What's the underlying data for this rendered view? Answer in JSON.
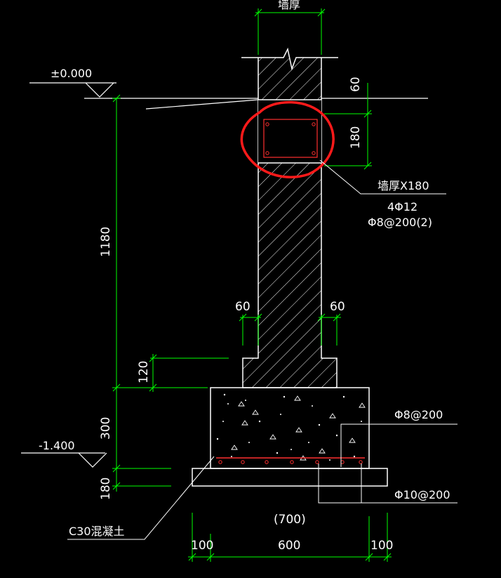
{
  "labels": {
    "wall_thickness_top": "墙厚",
    "elev_zero": "±0.000",
    "elev_neg": "-1.400",
    "dim_60_top": "60",
    "dim_180_beam": "180",
    "beam_size": "墙厚X180",
    "beam_main_bars": "4Φ12",
    "beam_stirrups": "Φ8@200(2)",
    "dim_1180": "1180",
    "dim_60_left": "60",
    "dim_60_right": "60",
    "dim_120": "120",
    "dim_300": "300",
    "dim_180_base": "180",
    "rebar_top": "Φ8@200",
    "rebar_bottom": "Φ10@200",
    "concrete_grade": "C30混凝土",
    "dim_700": "(700)",
    "dim_100_left": "100",
    "dim_600": "600",
    "dim_100_right": "100"
  },
  "colors": {
    "background": "#000000",
    "outline": "#ffffff",
    "dimension": "#00ff00",
    "rebar": "#ff3030",
    "annotation_circle": "#ff1a1a"
  }
}
